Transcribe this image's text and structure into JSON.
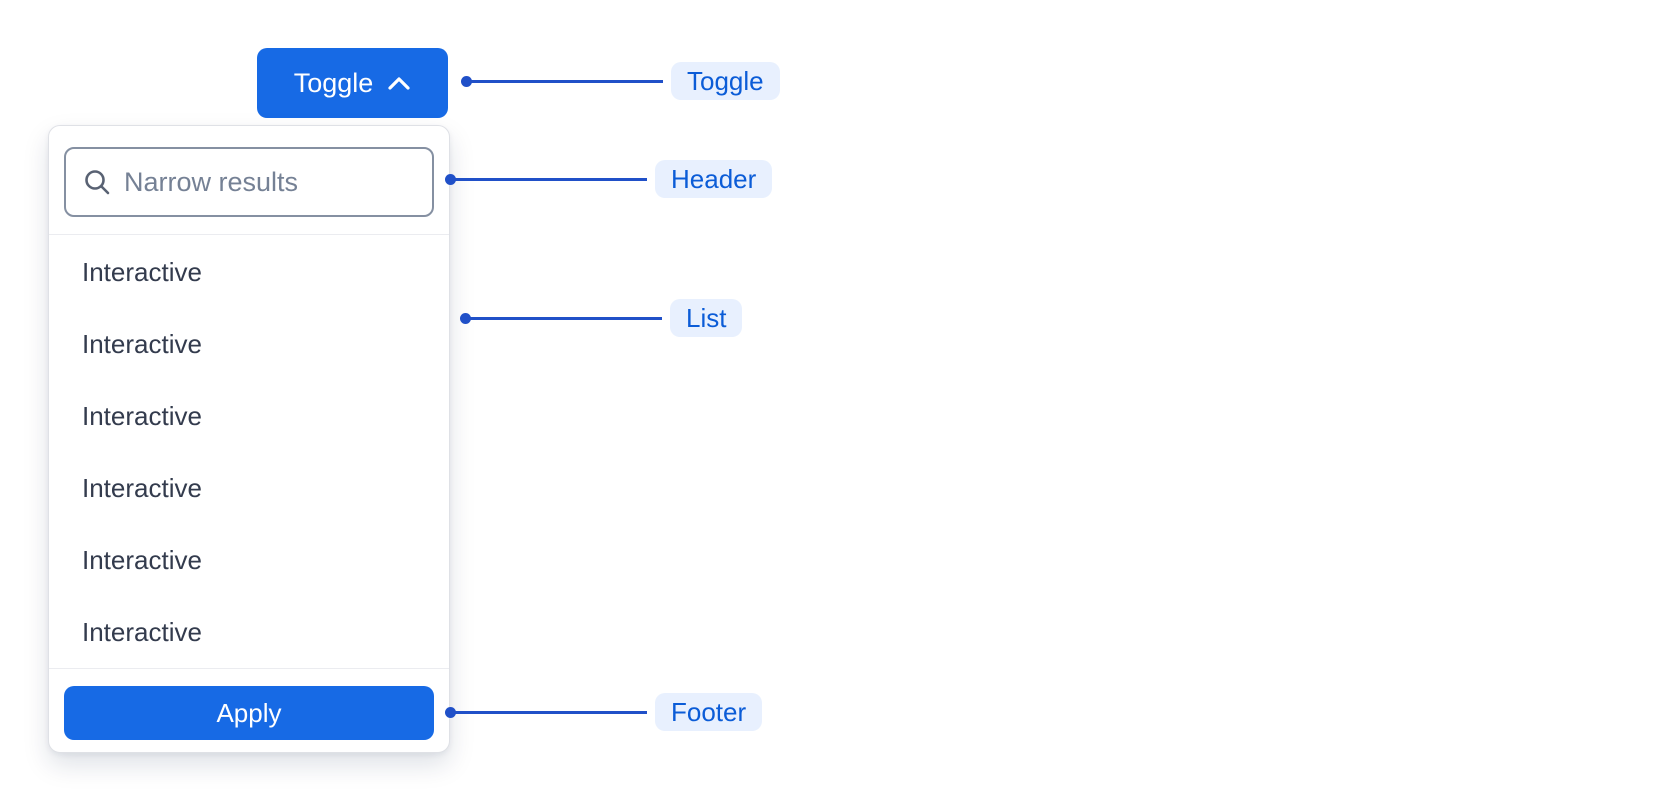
{
  "toggle_button": {
    "label": "Toggle",
    "icon": "chevron-up-icon",
    "background_color": "#176AE5",
    "text_color": "#ffffff"
  },
  "dropdown": {
    "header": {
      "search_placeholder": "Narrow results",
      "search_value": "",
      "icon": "magnifier-search-icon"
    },
    "list": {
      "items": [
        "Interactive",
        "Interactive",
        "Interactive",
        "Interactive",
        "Interactive",
        "Interactive"
      ]
    },
    "footer": {
      "apply_label": "Apply",
      "button_color": "#176AE5"
    }
  },
  "annotations": {
    "style": {
      "line_color": "#2050C8",
      "badge_background": "#E8F0FE",
      "badge_text_color": "#0B5CD7"
    },
    "items": [
      {
        "label": "Toggle"
      },
      {
        "label": "Header"
      },
      {
        "label": "List"
      },
      {
        "label": "Footer"
      }
    ]
  }
}
